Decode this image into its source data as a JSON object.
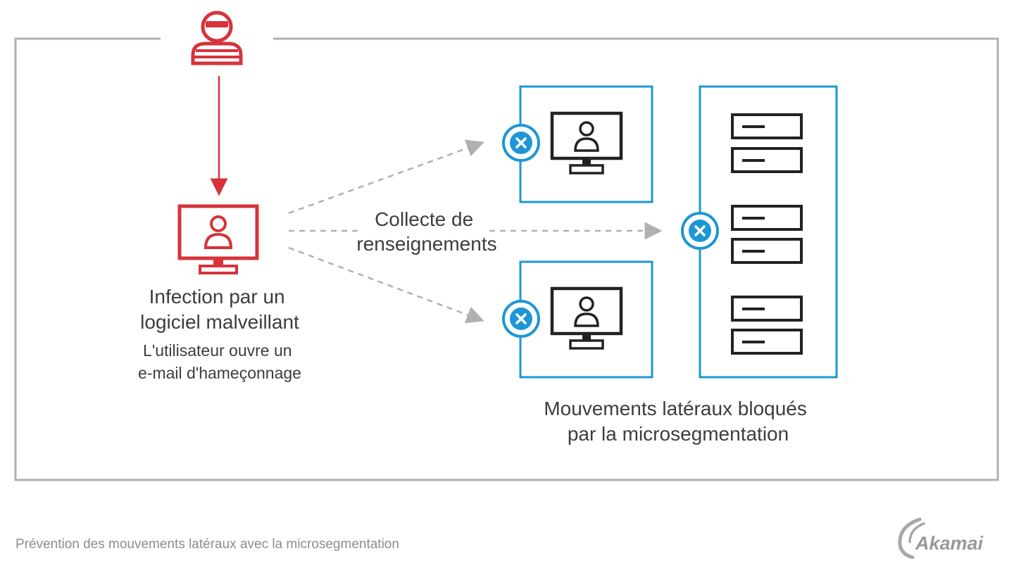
{
  "attacker": {
    "icon": "attacker-icon",
    "color": "#d6333b"
  },
  "infected_host": {
    "icon": "infected-computer-icon",
    "title_lines": [
      "Infection par un",
      "logiciel malveillant"
    ],
    "subtitle_lines": [
      "L'utilisateur ouvre un",
      "e-mail d'hameçonnage"
    ]
  },
  "recon": {
    "label_lines": [
      "Collecte de",
      "renseignements"
    ]
  },
  "blocked": {
    "label_lines": [
      "Mouvements latéraux bloqués",
      "par la microsegmentation"
    ],
    "targets": [
      {
        "icon": "computer-icon",
        "status_icon": "blocked-x-icon"
      },
      {
        "icon": "computer-icon",
        "status_icon": "blocked-x-icon"
      },
      {
        "icon": "server-rack-icon",
        "status_icon": "blocked-x-icon"
      }
    ],
    "color": "#1e96d6"
  },
  "footer": {
    "caption": "Prévention des mouvements latéraux avec la microsegmentation",
    "brand": "Akamai"
  },
  "colors": {
    "attack": "#d6333b",
    "segment": "#1e96d6",
    "frame": "#b0b0b0",
    "text": "#3d3d3f",
    "caption": "#8d8d8d"
  }
}
